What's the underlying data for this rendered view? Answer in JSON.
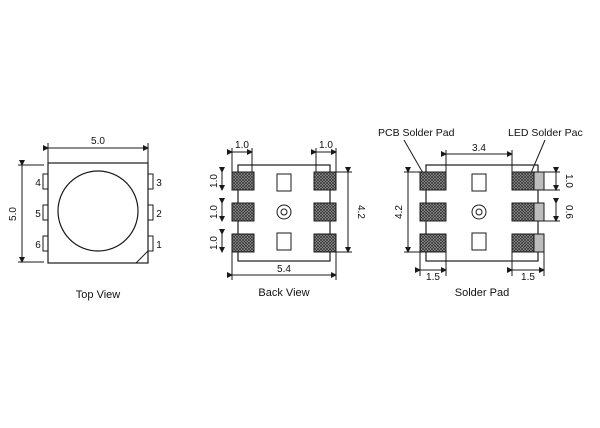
{
  "colors": {
    "ink": "#1a1a1a",
    "pad_fill": "#8a8a8a",
    "pad_hatch": "#333333",
    "led_pad": "#bdbdbd",
    "bg": "#ffffff"
  },
  "top_view": {
    "caption": "Top View",
    "width_dim": "5.0",
    "height_dim": "5.0",
    "pins_left": [
      "4",
      "5",
      "6"
    ],
    "pins_right": [
      "3",
      "2",
      "1"
    ]
  },
  "back_view": {
    "caption": "Back View",
    "pad_width_left": "1.0",
    "pad_width_right": "1.0",
    "pad_pitch_1": "1.0",
    "pad_pitch_2": "1.0",
    "pad_pitch_3": "1.0",
    "height_dim": "4.2",
    "width_dim": "5.4"
  },
  "solder_pad": {
    "caption": "Solder Pad",
    "pcb_label": "PCB Solder Pad",
    "led_label": "LED Solder Pac",
    "spacing_dim": "3.4",
    "height_dim": "4.2",
    "pad_left_dim": "1.5",
    "pad_right_dim": "1.5",
    "right_dim_top": "1.0",
    "right_dim_bottom": "0.6"
  }
}
